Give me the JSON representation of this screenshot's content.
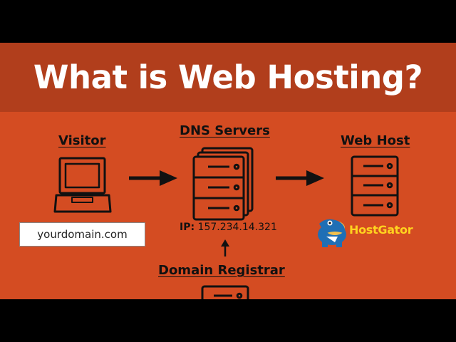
{
  "title": "What is Web Hosting?",
  "labels": {
    "visitor": "Visitor",
    "dns_servers": "DNS Servers",
    "web_host": "Web Host",
    "domain_registrar": "Domain Registrar"
  },
  "domain_input": "yourdomain.com",
  "ip": {
    "prefix": "IP:",
    "value": "157.234.14.321"
  },
  "logo": {
    "name": "HostGator",
    "color": "#ffd21f"
  },
  "colors": {
    "background": "#d44c22",
    "banner": "#b13e1c",
    "ink": "#111111"
  },
  "icons": [
    "laptop-icon",
    "server-stack-icon",
    "server-icon",
    "gator-mascot-icon",
    "arrow-right-icon",
    "arrow-up-icon"
  ]
}
